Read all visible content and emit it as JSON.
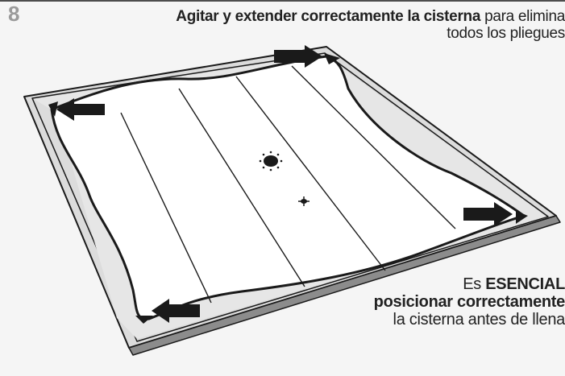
{
  "step": {
    "number": "8",
    "instruction_bold": "Agitar y extender correctamente la cisterna",
    "instruction_rest": " para elimina",
    "instruction_line2": "todos los pliegues"
  },
  "note": {
    "line1_regular": "Es ",
    "line1_bold": "ESENCIAL",
    "line2_bold": "posicionar correctamente",
    "line3_regular": "la cisterna antes de llena"
  },
  "colors": {
    "frame_fill": "#dcdcdc",
    "frame_shadow": "#8c8c8c",
    "liner_fill": "#ffffff",
    "outline": "#1a1a1a",
    "step_number": "#9a9a9a"
  },
  "icons": [
    "arrow-icon",
    "skimmer-hole-icon",
    "drain-hole-icon"
  ]
}
